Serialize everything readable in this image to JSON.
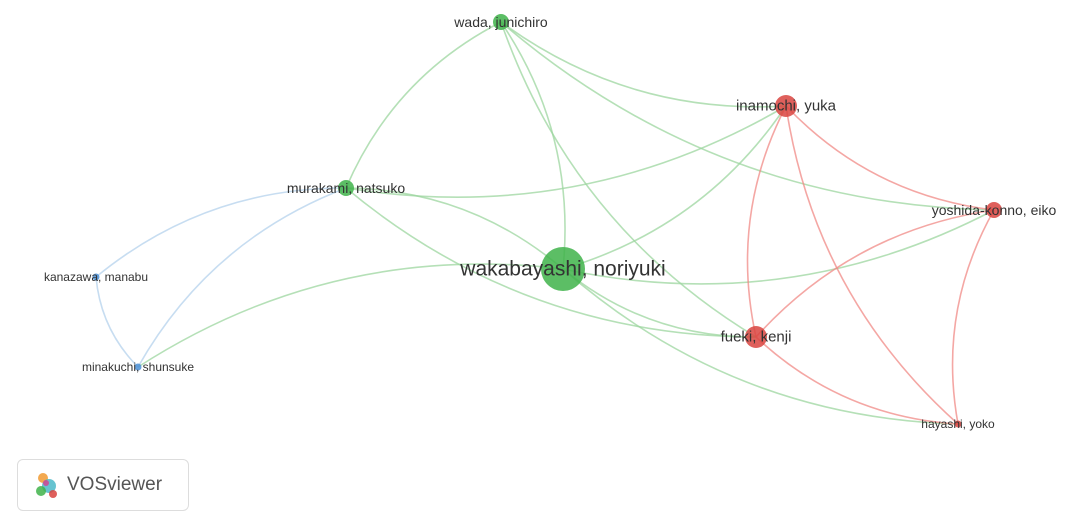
{
  "app": {
    "brand": "VOSviewer",
    "brand_icon": "vosviewer-logo-icon"
  },
  "clusters": [
    {
      "id": 1,
      "color": "#d9443f",
      "edge_color": "#f08a86"
    },
    {
      "id": 2,
      "color": "#3fb34a",
      "edge_color": "#9cd59f"
    },
    {
      "id": 3,
      "color": "#4a8fd6",
      "edge_color": "#b4d2ec"
    }
  ],
  "nodes": [
    {
      "id": "wakabayashi",
      "label": "wakabayashi, noriyuki",
      "cluster": 2,
      "weight": 5
    },
    {
      "id": "wada",
      "label": "wada, junichiro",
      "cluster": 2,
      "weight": 2
    },
    {
      "id": "murakami",
      "label": "murakami, natsuko",
      "cluster": 2,
      "weight": 2
    },
    {
      "id": "inamochi",
      "label": "inamochi, yuka",
      "cluster": 1,
      "weight": 3
    },
    {
      "id": "yoshida",
      "label": "yoshida-konno, eiko",
      "cluster": 1,
      "weight": 2
    },
    {
      "id": "fueki",
      "label": "fueki, kenji",
      "cluster": 1,
      "weight": 3
    },
    {
      "id": "hayashi",
      "label": "hayashi, yoko",
      "cluster": 1,
      "weight": 1
    },
    {
      "id": "kanazawa",
      "label": "kanazawa, manabu",
      "cluster": 3,
      "weight": 1
    },
    {
      "id": "minakuchi",
      "label": "minakuchi, shunsuke",
      "cluster": 3,
      "weight": 1
    }
  ],
  "links": [
    {
      "source": "wakabayashi",
      "target": "wada",
      "cluster": 2
    },
    {
      "source": "wakabayashi",
      "target": "murakami",
      "cluster": 2
    },
    {
      "source": "wakabayashi",
      "target": "inamochi",
      "cluster": 2
    },
    {
      "source": "wakabayashi",
      "target": "fueki",
      "cluster": 2
    },
    {
      "source": "wakabayashi",
      "target": "yoshida",
      "cluster": 2
    },
    {
      "source": "wakabayashi",
      "target": "hayashi",
      "cluster": 2
    },
    {
      "source": "wakabayashi",
      "target": "minakuchi",
      "cluster": 2
    },
    {
      "source": "wada",
      "target": "murakami",
      "cluster": 2
    },
    {
      "source": "wada",
      "target": "inamochi",
      "cluster": 2
    },
    {
      "source": "wada",
      "target": "yoshida",
      "cluster": 2
    },
    {
      "source": "wada",
      "target": "fueki",
      "cluster": 2
    },
    {
      "source": "murakami",
      "target": "inamochi",
      "cluster": 2
    },
    {
      "source": "murakami",
      "target": "fueki",
      "cluster": 2
    },
    {
      "source": "murakami",
      "target": "kanazawa",
      "cluster": 3
    },
    {
      "source": "murakami",
      "target": "minakuchi",
      "cluster": 3
    },
    {
      "source": "inamochi",
      "target": "yoshida",
      "cluster": 1
    },
    {
      "source": "inamochi",
      "target": "fueki",
      "cluster": 1
    },
    {
      "source": "inamochi",
      "target": "hayashi",
      "cluster": 1
    },
    {
      "source": "yoshida",
      "target": "fueki",
      "cluster": 1
    },
    {
      "source": "yoshida",
      "target": "hayashi",
      "cluster": 1
    },
    {
      "source": "fueki",
      "target": "hayashi",
      "cluster": 1
    },
    {
      "source": "kanazawa",
      "target": "minakuchi",
      "cluster": 3
    }
  ]
}
